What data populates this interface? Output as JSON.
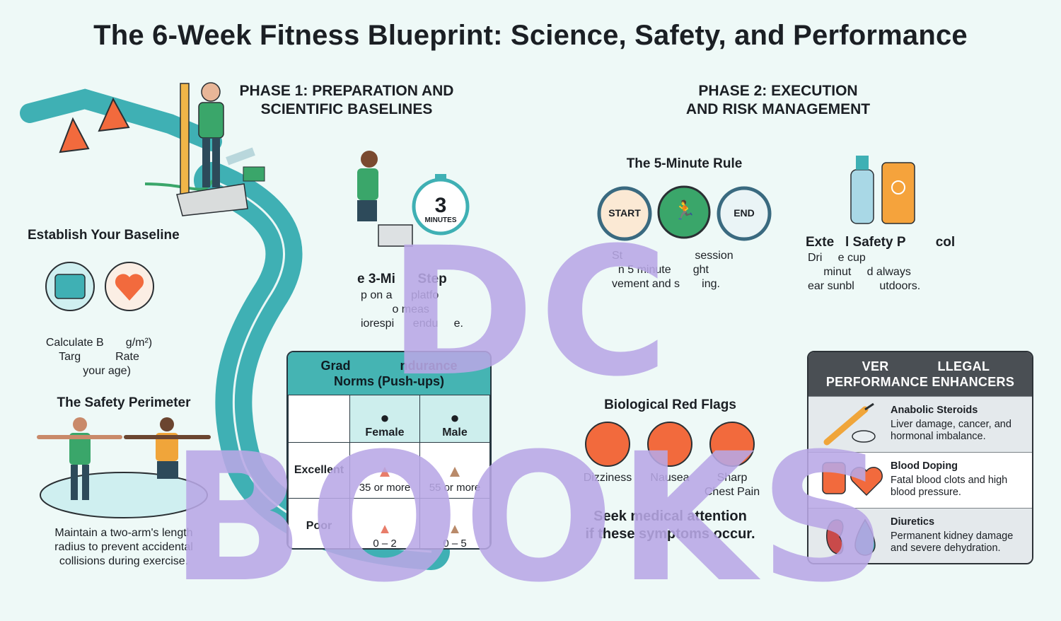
{
  "title": "The 6-Week Fitness Blueprint: Science, Safety, and Performance",
  "phase1": {
    "heading_line1": "PHASE 1: PREPARATION AND",
    "heading_line2": "SCIENTIFIC BASELINES",
    "baseline": {
      "title": "Establish Your Baseline",
      "line1": "Calculate B       g/m²)",
      "line2": "Targ           Rate",
      "line3": "     your age)"
    },
    "step_test": {
      "title": "e 3-Mi      Step",
      "line1": "p on a      platfo",
      "line2": "          o meas",
      "line3": "iorespi      endu     e.",
      "timer_number": "3",
      "timer_unit": "MINUTES"
    },
    "perimeter": {
      "title": "The Safety Perimeter",
      "line1": "Maintain a two-arm's length",
      "line2": "radius to prevent accidental",
      "line3": "collisions during exercise."
    },
    "norms": {
      "title_line1": "Grad              ndurance",
      "title_line2": "Norms (Push-ups)",
      "col_female": "Female",
      "col_male": "Male",
      "rows": [
        {
          "label": "Excellent",
          "female": "35 or more",
          "male": "55 or more"
        },
        {
          "label": "Poor",
          "female": "0 – 2",
          "male": "0 – 5"
        }
      ]
    }
  },
  "phase2": {
    "heading_line1": "PHASE 2: EXECUTION",
    "heading_line2": "AND RISK MANAGEMENT",
    "five_min": {
      "title": "The 5-Minute Rule",
      "start": "START",
      "end": "END",
      "line1": "St                       session",
      "line2": "  n 5 minute       ght",
      "line3": "vement and s       ing."
    },
    "external": {
      "title": "Exte   l Safety P        col",
      "line1": "Dri     e cup         ",
      "line2": "     minut     d always",
      "line3": "ear sunbl        utdoors."
    },
    "red_flags": {
      "title": "Biological Red Flags",
      "items": [
        "Dizziness",
        "Nausea",
        "Sharp",
        "Chest Pain"
      ],
      "warning_line1": "Seek medical attention",
      "warning_line2": "if these symptoms occur."
    },
    "enhancers": {
      "title_line1": "   VER             LLEGAL",
      "title_line2": "PERFORMANCE ENHANCERS",
      "rows": [
        {
          "name": "Anabolic Steroids",
          "desc": "Liver damage, cancer, and hormonal imbalance."
        },
        {
          "name": "Blood Doping",
          "desc": "Fatal blood clots and high blood pressure."
        },
        {
          "name": "Diuretics",
          "desc": "Permanent kidney damage and severe dehydration."
        }
      ]
    }
  },
  "watermark": "DC BOOKS",
  "colors": {
    "background": "#eef9f7",
    "teal": "#3fb0b4",
    "green": "#3aa66a",
    "orange": "#f26a3d",
    "dark_panel": "#4a4f54",
    "watermark": "#b9a8e6"
  }
}
